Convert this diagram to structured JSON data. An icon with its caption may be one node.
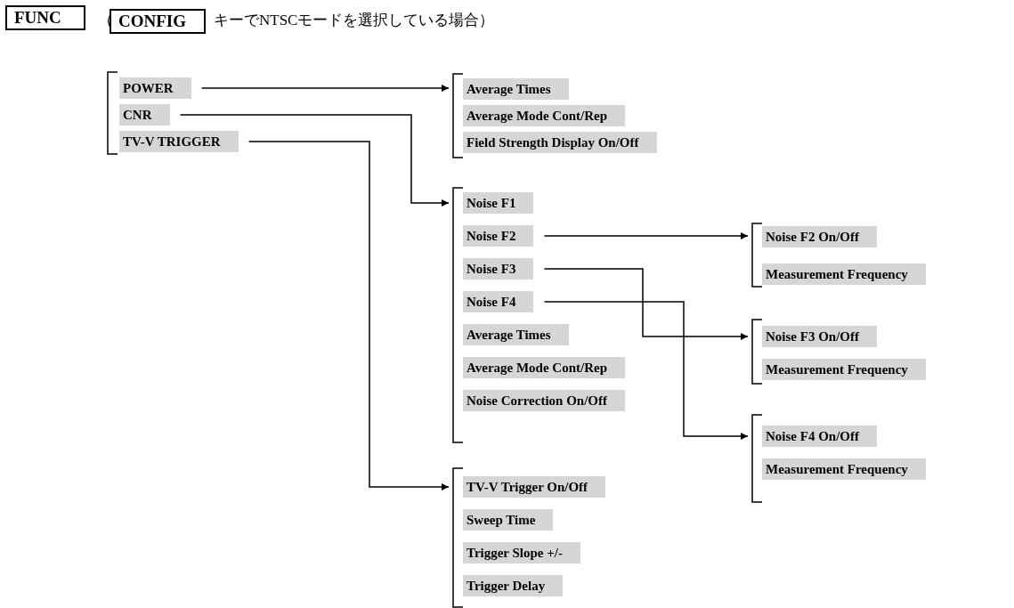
{
  "diagram": {
    "nodes": [
      {
        "text": [
          "FUNC"
        ]
      },
      {
        "text": [
          "CONFIG"
        ]
      },
      {
        "text": [],
        "shape": "bracket"
      },
      {
        "text": [
          "POWER"
        ],
        "in": 2
      },
      {
        "text": [
          "CNR"
        ],
        "in": 2
      },
      {
        "text": [
          "TV-V TRIGGER"
        ],
        "in": 2
      },
      {
        "text": [],
        "shape": "bracket"
      },
      {
        "text": [
          "Average Times"
        ],
        "in": 6
      },
      {
        "text": [
          "Average Mode Cont/Rep"
        ],
        "in": 6
      },
      {
        "text": [
          "Field Strength Display On/Off"
        ],
        "in": 6
      },
      {
        "text": [],
        "shape": "bracket"
      },
      {
        "text": [
          "Noise F1"
        ],
        "in": 10
      },
      {
        "text": [
          "Noise F2"
        ],
        "in": 10
      },
      {
        "text": [
          "Noise F3"
        ],
        "in": 10
      },
      {
        "text": [
          "Noise F4"
        ],
        "in": 10
      },
      {
        "text": [
          "Average Times"
        ],
        "in": 10
      },
      {
        "text": [
          "Average Mode Cont/Rep"
        ],
        "in": 10
      },
      {
        "text": [
          "Noise Correction On/Off"
        ],
        "in": 10
      },
      {
        "text": [],
        "shape": "bracket"
      },
      {
        "text": [
          "Noise F2 On/Off"
        ],
        "in": 18
      },
      {
        "text": [
          "Measurement Frequency"
        ],
        "in": 18
      },
      {
        "text": [],
        "shape": "bracket"
      },
      {
        "text": [
          "Noise F3 On/Off"
        ],
        "in": 21
      },
      {
        "text": [
          "Measurement Frequency"
        ],
        "in": 21
      },
      {
        "text": [],
        "shape": "bracket"
      },
      {
        "text": [
          "Noise F4 On/Off"
        ],
        "in": 24
      },
      {
        "text": [
          "Measurement Frequency"
        ],
        "in": 24
      },
      {
        "text": [],
        "shape": "bracket"
      },
      {
        "text": [
          "TV-V Trigger On/Off"
        ],
        "in": 27
      },
      {
        "text": [
          "Sweep Time"
        ],
        "in": 27
      },
      {
        "text": [
          "Trigger Slope +/-"
        ],
        "in": 27
      },
      {
        "text": [
          "Trigger Delay"
        ],
        "in": 27
      }
    ],
    "edges": [
      {
        "from": 3,
        "to": 6,
        "arrow": "to"
      },
      {
        "from": 4,
        "to": 10,
        "arrow": "to"
      },
      {
        "from": 5,
        "to": 27,
        "arrow": "to"
      },
      {
        "from": 12,
        "to": 18,
        "arrow": "to"
      },
      {
        "from": 13,
        "to": 21,
        "arrow": "to"
      },
      {
        "from": 14,
        "to": 24,
        "arrow": "to"
      }
    ],
    "labels": [
      "（",
      "キーでNTSCモードを選択している場合）"
    ]
  }
}
